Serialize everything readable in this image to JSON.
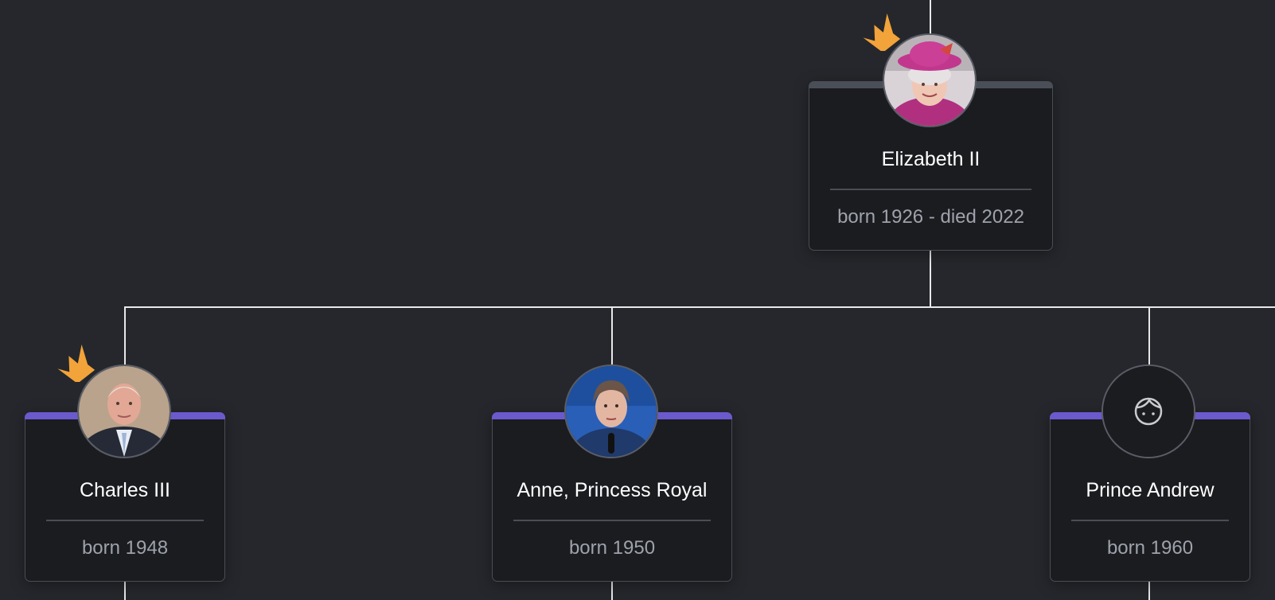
{
  "colors": {
    "background": "#25272c",
    "card": "#1b1c20",
    "line": "#e8e8ea",
    "crown": "#f2a33a",
    "root_bar": "#4a4e56",
    "child_bar": "#6a5acd"
  },
  "root": {
    "name": "Elizabeth II",
    "dates": "born 1926 - died 2022",
    "crowned": true,
    "avatar": "portrait-photo"
  },
  "children": [
    {
      "name": "Charles III",
      "dates": "born 1948",
      "crowned": true,
      "avatar": "portrait-photo"
    },
    {
      "name": "Anne, Princess Royal",
      "dates": "born 1950",
      "crowned": false,
      "avatar": "portrait-photo"
    },
    {
      "name": "Prince Andrew",
      "dates": "born 1960",
      "crowned": false,
      "avatar": "face-icon"
    }
  ]
}
